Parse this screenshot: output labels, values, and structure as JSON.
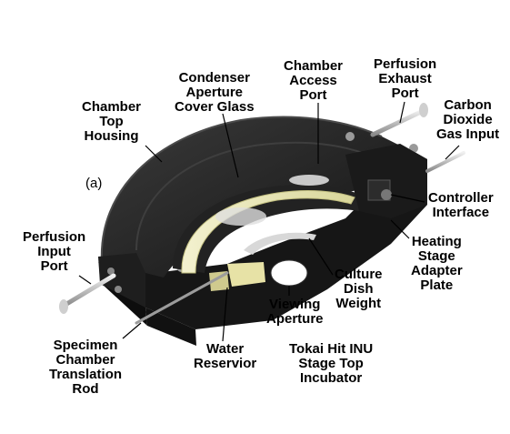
{
  "figure_tag": "(a)",
  "labels": {
    "chamber_top_housing": [
      "Chamber",
      "Top",
      "Housing"
    ],
    "condenser_aperture": [
      "Condenser",
      "Aperture",
      "Cover Glass"
    ],
    "chamber_access_port": [
      "Chamber",
      "Access",
      "Port"
    ],
    "perfusion_exhaust_port": [
      "Perfusion",
      "Exhaust",
      "Port"
    ],
    "carbon_dioxide_gas_input": [
      "Carbon",
      "Dioxide",
      "Gas Input"
    ],
    "controller_interface": [
      "Controller",
      "Interface"
    ],
    "heating_stage_adapter_plate": [
      "Heating",
      "Stage",
      "Adapter",
      "Plate"
    ],
    "perfusion_input_port": [
      "Perfusion",
      "Input",
      "Port"
    ],
    "culture_dish_weight": [
      "Culture",
      "Dish",
      "Weight"
    ],
    "viewing_aperture": [
      "Viewing",
      "Aperture"
    ],
    "specimen_chamber_translation_rod": [
      "Specimen",
      "Chamber",
      "Translation",
      "Rod"
    ],
    "water_reservior": [
      "Water",
      "Reservior"
    ],
    "tokai_hit": [
      "Tokai Hit INU",
      "Stage Top",
      "Incubator"
    ]
  },
  "colors": {
    "housing": "#1c1c1c",
    "housing_top": "#2e2e2e",
    "glass_ring": "#e8e6b8",
    "metal": "#c8c8c8"
  }
}
